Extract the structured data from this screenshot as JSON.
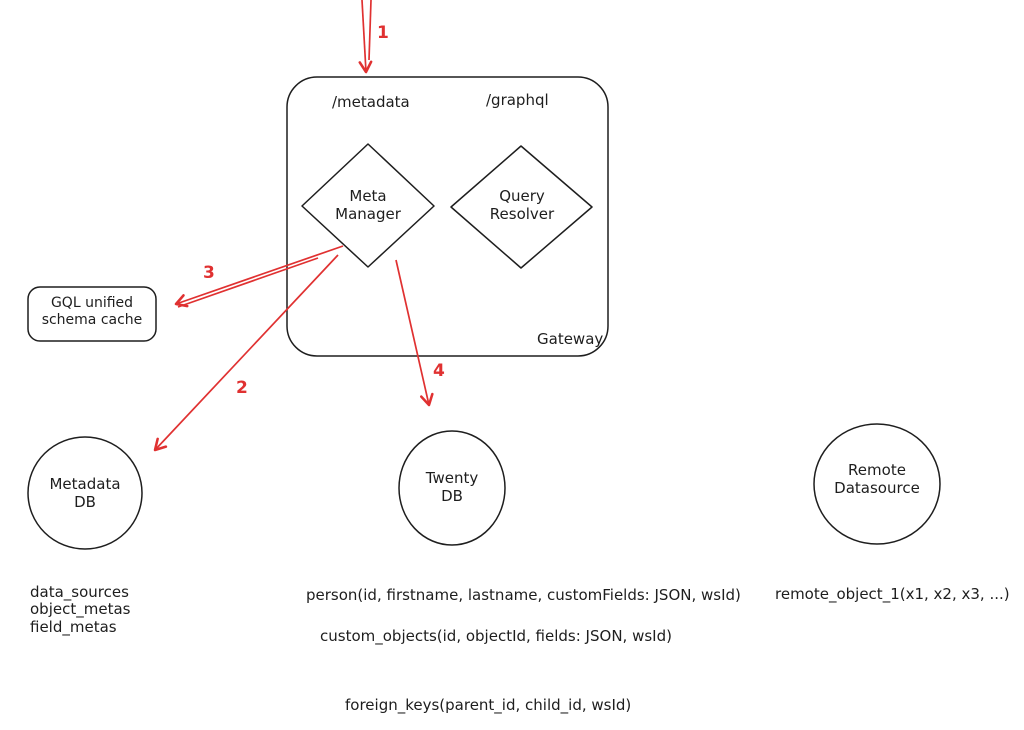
{
  "colors": {
    "ink": "#1e1e1e",
    "accent": "#e03131"
  },
  "gateway": {
    "label": "Gateway",
    "endpoint_metadata": "/metadata",
    "endpoint_graphql": "/graphql",
    "meta_manager": "Meta\nManager",
    "query_resolver": "Query\nResolver"
  },
  "arrows": {
    "a1": "1",
    "a2": "2",
    "a3": "3",
    "a4": "4"
  },
  "cache": {
    "label": "GQL unified\nschema cache"
  },
  "databases": {
    "metadata_db": {
      "label": "Metadata\nDB",
      "tables": "data_sources\nobject_metas\nfield_metas"
    },
    "twenty_db": {
      "label": "Twenty\nDB",
      "table_person": "person(id, firstname, lastname, customFields: JSON, wsId)",
      "table_custom_objects": "custom_objects(id, objectId, fields: JSON, wsId)",
      "table_foreign_keys": "foreign_keys(parent_id, child_id, wsId)"
    },
    "remote": {
      "label": "Remote\nDatasource",
      "table": "remote_object_1(x1, x2, x3, ...)"
    }
  }
}
